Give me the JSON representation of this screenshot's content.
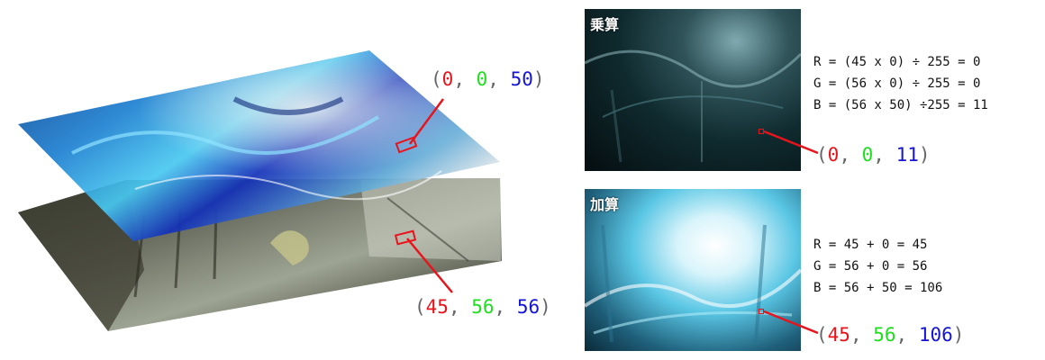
{
  "layers": {
    "top_pixel": {
      "r": "0",
      "g": "0",
      "b": "50"
    },
    "bottom_pixel": {
      "r": "45",
      "g": "56",
      "b": "56"
    }
  },
  "panels": {
    "multiply": {
      "label": "乗算",
      "formula": [
        "R = (45 x 0) ÷ 255 = 0",
        "G = (56 x 0) ÷ 255 = 0",
        "B = (56 x 50) ÷255 = 11"
      ],
      "result": {
        "r": "0",
        "g": "0",
        "b": "11"
      }
    },
    "add": {
      "label": "加算",
      "formula": [
        "R = 45 + 0 = 45",
        "G = 56 + 0 = 56",
        "B = 56 + 50 = 106"
      ],
      "result": {
        "r": "45",
        "g": "56",
        "b": "106"
      }
    }
  },
  "colors": {
    "red": "#e8141c",
    "green": "#1ee01e",
    "blue": "#1414d8",
    "paren": "#666666"
  }
}
